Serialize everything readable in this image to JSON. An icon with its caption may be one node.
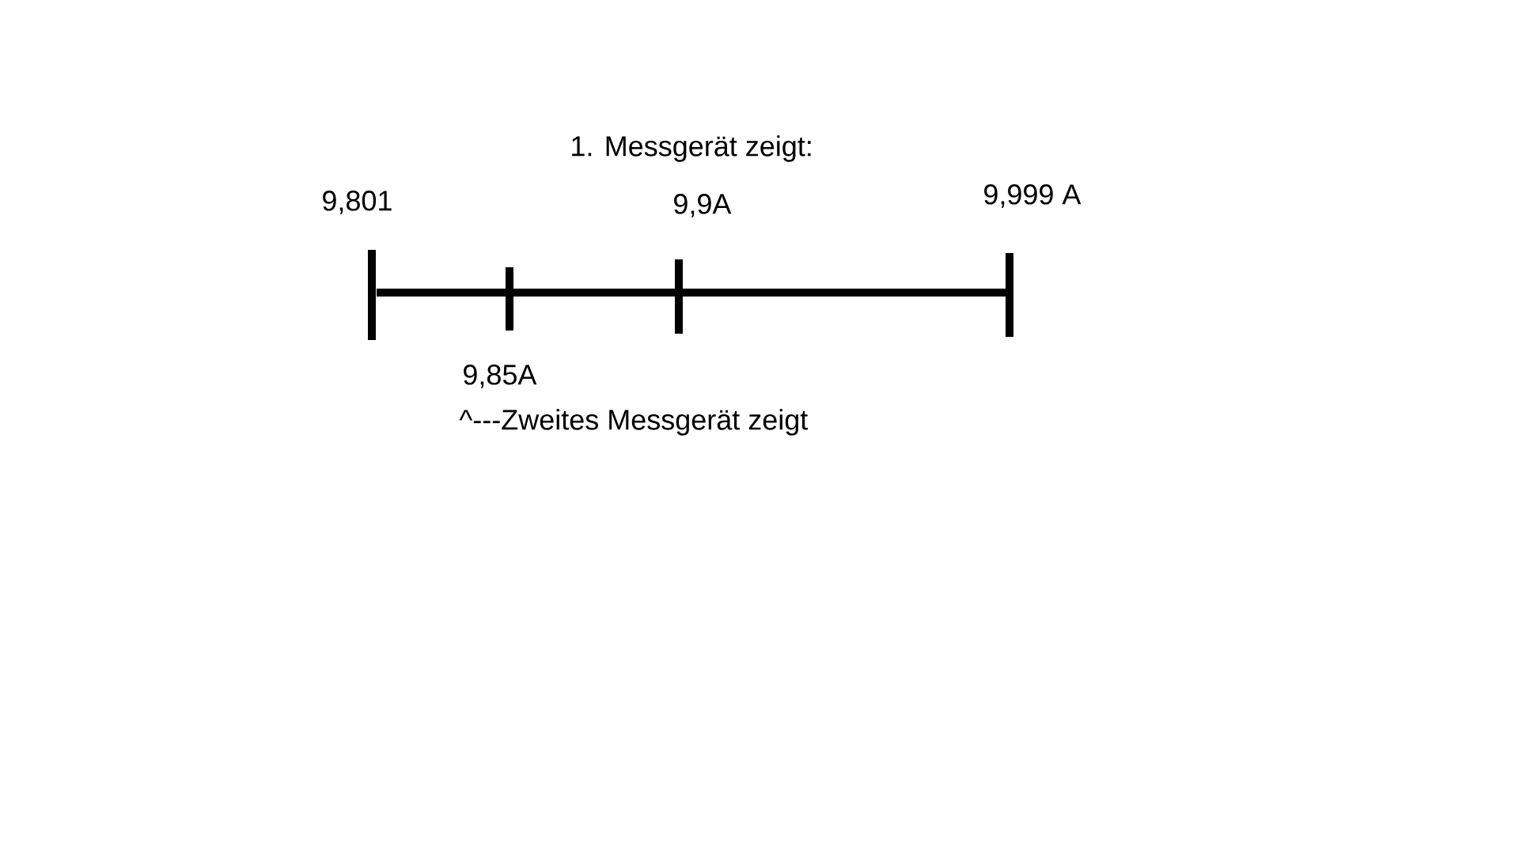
{
  "diagram": {
    "labels": [
      "1. Messgerät zeigt:",
      "9,801",
      "9,9A",
      "9,999 A",
      "9,85A",
      "^---Zweites Messgerät zeigt"
    ]
  }
}
